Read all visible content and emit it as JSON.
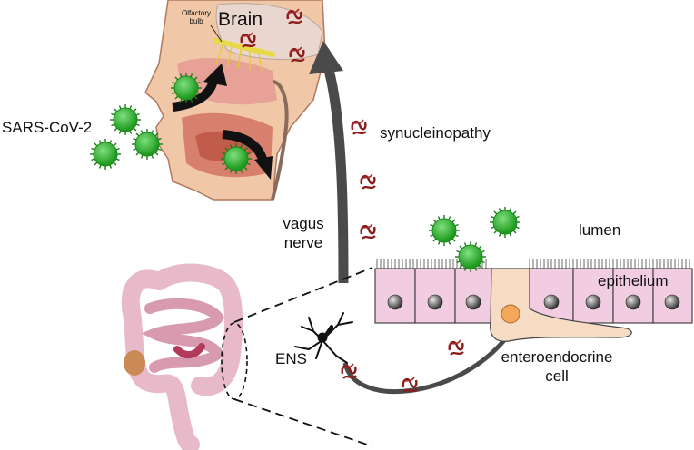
{
  "labels": {
    "brain": "Brain",
    "olfactory_bulb": "Olfactory bulb",
    "sars_cov_2": "SARS-CoV-2",
    "synucleinopathy": "synucleinopathy",
    "vagus_nerve_line1": "vagus",
    "vagus_nerve_line2": "nerve",
    "lumen": "lumen",
    "epithelium": "epithelium",
    "ens": "ENS",
    "enteroendocrine_line1": "enteroendocrine",
    "enteroendocrine_line2": "cell"
  },
  "colors": {
    "virus": "#2fb02f",
    "virus_dark": "#167a16",
    "synuclein": "#8b1a1a",
    "arrow": "#4a4a4a",
    "epithelium_cell": "#f2cce0",
    "enteroendocrine_cell": "#f7dcc4",
    "nucleus": "#555555",
    "head_skin": "#f0c8a8",
    "olfactory": "#e8d84a",
    "intestine": "#e7b9c9"
  },
  "icons": {
    "virus": "coronavirus-particle-icon",
    "synuclein": "alpha-synuclein-aggregate-icon"
  }
}
